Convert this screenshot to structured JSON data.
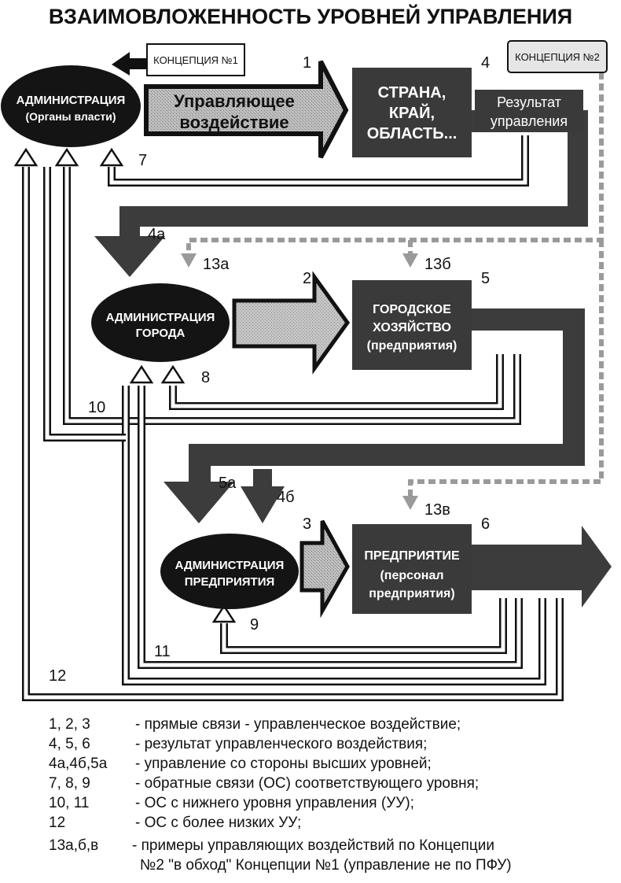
{
  "title": "ВЗАИМОВЛОЖЕННОСТЬ УРОВНЕЙ УПРАВЛЕНИЯ",
  "concepts": {
    "c1": "КОНЦЕПЦИЯ №1",
    "c2": "КОНЦЕПЦИЯ №2"
  },
  "level1": {
    "admin_line1": "АДМИНИСТРАЦИЯ",
    "admin_line2": "(Органы власти)",
    "action_line1": "Управляющее",
    "action_line2": "воздействие",
    "object_line1": "СТРАНА,",
    "object_line2": "КРАЙ,",
    "object_line3": "ОБЛАСТЬ...",
    "result_line1": "Результат",
    "result_line2": "управления"
  },
  "level2": {
    "admin_line1": "АДМИНИСТРАЦИЯ",
    "admin_line2": "ГОРОДА",
    "object_line1": "ГОРОДСКОЕ",
    "object_line2": "ХОЗЯЙСТВО",
    "object_line3": "(предприятия)"
  },
  "level3": {
    "admin_line1": "АДМИНИСТРАЦИЯ",
    "admin_line2": "ПРЕДПРИЯТИЯ",
    "object_line1": "ПРЕДПРИЯТИЕ",
    "object_line2": "(персонал",
    "object_line3": "предприятия)"
  },
  "numbers": {
    "n1": "1",
    "n2": "2",
    "n3": "3",
    "n4": "4",
    "n5": "5",
    "n6": "6",
    "n4a": "4а",
    "n5a": "5а",
    "n4b": "4б",
    "n7": "7",
    "n8": "8",
    "n9": "9",
    "n10": "10",
    "n11": "11",
    "n12": "12",
    "n13a": "13а",
    "n13b": "13б",
    "n13v": "13в"
  },
  "legend": [
    {
      "key": "1, 2, 3",
      "text": "- прямые связи - управленческое воздействие;"
    },
    {
      "key": "4, 5, 6",
      "text": "- результат управленческого воздействия;"
    },
    {
      "key": "4а,4б,5а",
      "text": "- управление со стороны высших уровней;"
    },
    {
      "key": "7, 8, 9",
      "text": "- обратные связи (ОС) соответствующего уровня;"
    },
    {
      "key": "10, 11",
      "text": "- ОС с нижнего уровня управления (УУ);"
    },
    {
      "key": "12",
      "text": "- ОС с более низких УУ;"
    },
    {
      "key": "13а,б,в",
      "text": "- примеры управляющих воздействий по Концепции"
    },
    {
      "key": "",
      "text": "№2 \"в обход\" Концепции №1 (управление не по ПФУ)"
    }
  ],
  "colors": {
    "dark": "#3a3a3a",
    "ellipse": "#141414",
    "text_light": "#ffffff",
    "dashed": "#9a9a9a",
    "stipple": "#b4b4b4"
  }
}
